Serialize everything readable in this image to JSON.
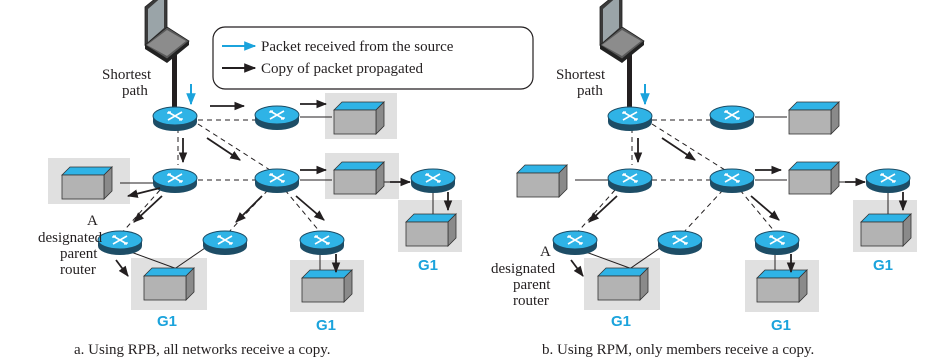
{
  "legend": {
    "received": "Packet received from the source",
    "propagated": "Copy of packet propagated"
  },
  "panels": [
    {
      "source_label_line1": "Shortest",
      "source_label_line2": "path",
      "designated_line1": "A",
      "designated_line2": "designated",
      "designated_line3": "parent",
      "designated_line4": "router",
      "group_labels": [
        "G1",
        "G1",
        "G1"
      ],
      "caption": "a. Using  RPB, all networks receive a copy."
    },
    {
      "source_label_line1": "Shortest",
      "source_label_line2": "path",
      "designated_line1": "A",
      "designated_line2": "designated",
      "designated_line3": "parent",
      "designated_line4": "router",
      "group_labels": [
        "G1",
        "G1",
        "G1"
      ],
      "caption": "b. Using  RPM, only members receive a copy."
    }
  ],
  "colors": {
    "source_arrow": "#1ba3dc",
    "copy_arrow": "#231f20",
    "router_fill": "#2fb3e6",
    "highlight_box": "#e0e0e0"
  }
}
